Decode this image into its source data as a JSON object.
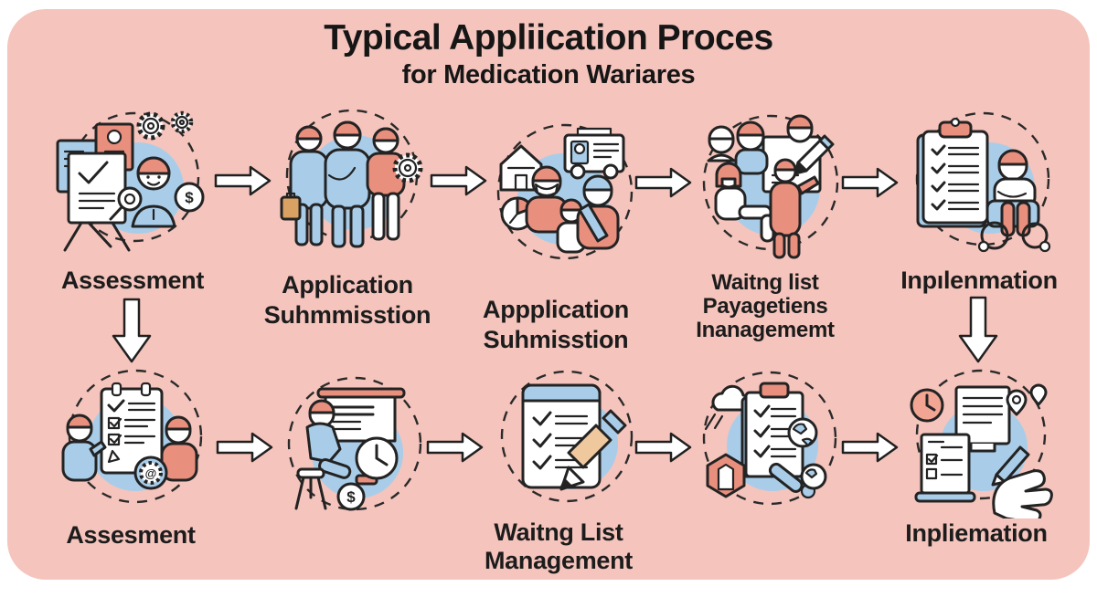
{
  "title": {
    "line1": "Typical Appliication Proces",
    "line2": "for Medication Wariares"
  },
  "colors": {
    "panel_background": "#f5c4bc",
    "icon_blue": "#a9cde9",
    "icon_salmon": "#e98f7e",
    "outline": "#232323",
    "arrow_fill": "#ffffff",
    "text": "#1c1c1c"
  },
  "flow": {
    "top_row": [
      {
        "label_lines": [
          "Assessment"
        ],
        "icon": "assessment-analysis-icon"
      },
      {
        "label_lines": [
          "Application",
          "Suhmmisstion"
        ],
        "icon": "applicant-group-gear-icon"
      },
      {
        "label_lines": [
          "Appplication",
          "Suhmisstion"
        ],
        "icon": "family-home-transport-icon"
      },
      {
        "label_lines": [
          "Waitng list",
          "Payagetiens",
          "Inanagememt"
        ],
        "icon": "team-whiteboard-icon"
      },
      {
        "label_lines": [
          "Inpılenmation"
        ],
        "icon": "checklist-wheelchair-icon"
      }
    ],
    "bottom_row": [
      {
        "label_lines": [
          "Assesment"
        ],
        "icon": "checklist-discussion-icon"
      },
      {
        "label_lines": [],
        "icon": "presenter-clock-money-icon"
      },
      {
        "label_lines": [
          "Waitng List",
          "Management"
        ],
        "icon": "notepad-pencil-icon"
      },
      {
        "label_lines": [],
        "icon": "clipboard-research-icon"
      },
      {
        "label_lines": [
          "Inpliemation"
        ],
        "icon": "hand-signing-documents-icon"
      }
    ]
  },
  "symbols": {
    "dollar": "$",
    "at": "@"
  }
}
